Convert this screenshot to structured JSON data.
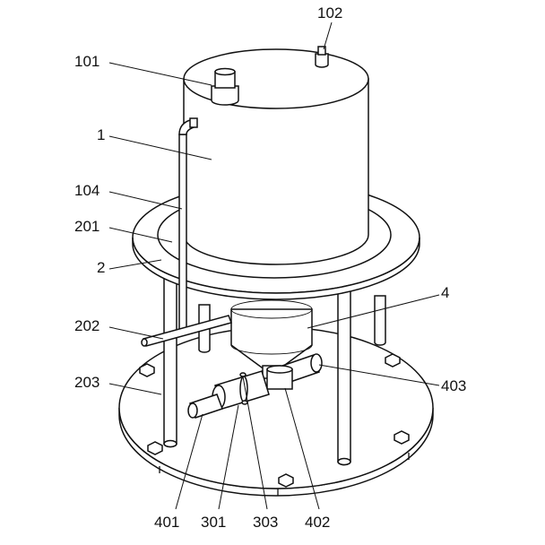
{
  "labels": {
    "l101": "101",
    "l102": "102",
    "l1": "1",
    "l104": "104",
    "l201": "201",
    "l2": "2",
    "l202": "202",
    "l203": "203",
    "l4": "4",
    "l403": "403",
    "l401": "401",
    "l301": "301",
    "l303": "303",
    "l402": "402"
  },
  "colors": {
    "line": "#111111",
    "fill": "#ffffff"
  }
}
